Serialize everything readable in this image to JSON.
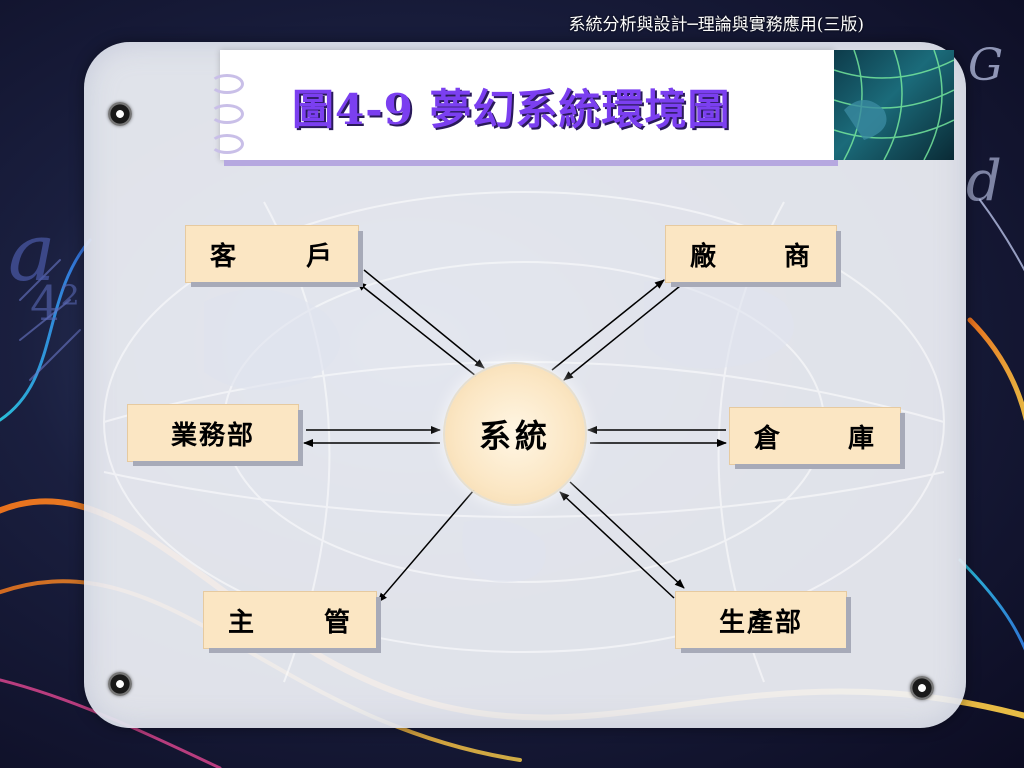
{
  "header": {
    "book_title": "系統分析與設計─理論與實務應用(三版)"
  },
  "slide": {
    "title": "圖4-9 夢幻系統環境圖"
  },
  "diagram": {
    "center": {
      "label": "系統"
    },
    "nodes": {
      "customer": {
        "c1": "客",
        "c2": "戶"
      },
      "vendor": {
        "c1": "廠",
        "c2": "商"
      },
      "sales": {
        "label": "業務部"
      },
      "warehouse": {
        "c1": "倉",
        "c2": "庫"
      },
      "manager": {
        "c1": "主",
        "c2": "管"
      },
      "production": {
        "label": "生產部"
      }
    }
  },
  "colors": {
    "title": "#7b3ff0",
    "title_shadow": "#b6a8e0",
    "node_fill": "#fbe6c3",
    "node_shadow": "#a7aab8",
    "arrow": "#000000"
  }
}
